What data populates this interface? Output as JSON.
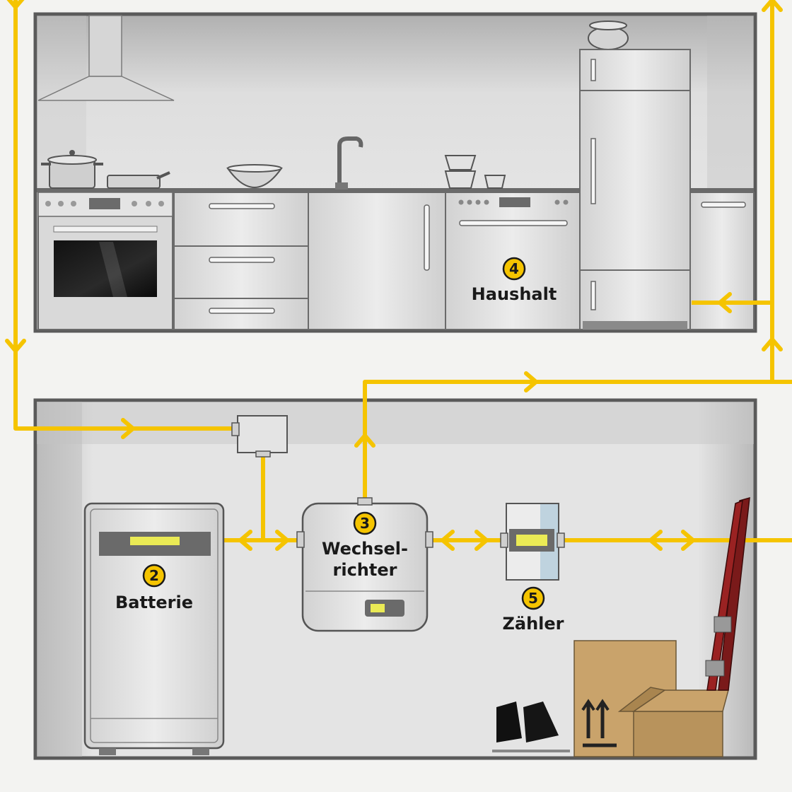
{
  "colors": {
    "cable": "#f5c400",
    "wall_frame": "#5a5a5a",
    "room_bg": "#e9e9e9",
    "appliance": "#dcdcdc",
    "badge": "#f5c400"
  },
  "labels": {
    "haushalt": {
      "number": "4",
      "text": "Haushalt"
    },
    "batterie": {
      "number": "2",
      "text": "Batterie"
    },
    "wechselrichter": {
      "number": "3",
      "line1": "Wechsel-",
      "line2": "richter"
    },
    "zaehler": {
      "number": "5",
      "text": "Zähler"
    }
  },
  "icons": [
    "range-hood-icon",
    "stove-icon",
    "oven-icon",
    "sink-faucet-icon",
    "dishwasher-icon",
    "fridge-icon",
    "bowl-icon",
    "cups-icon",
    "battery-icon",
    "inverter-icon",
    "meter-icon",
    "junction-box-icon",
    "ski-icon",
    "skates-icon",
    "box-icon"
  ]
}
